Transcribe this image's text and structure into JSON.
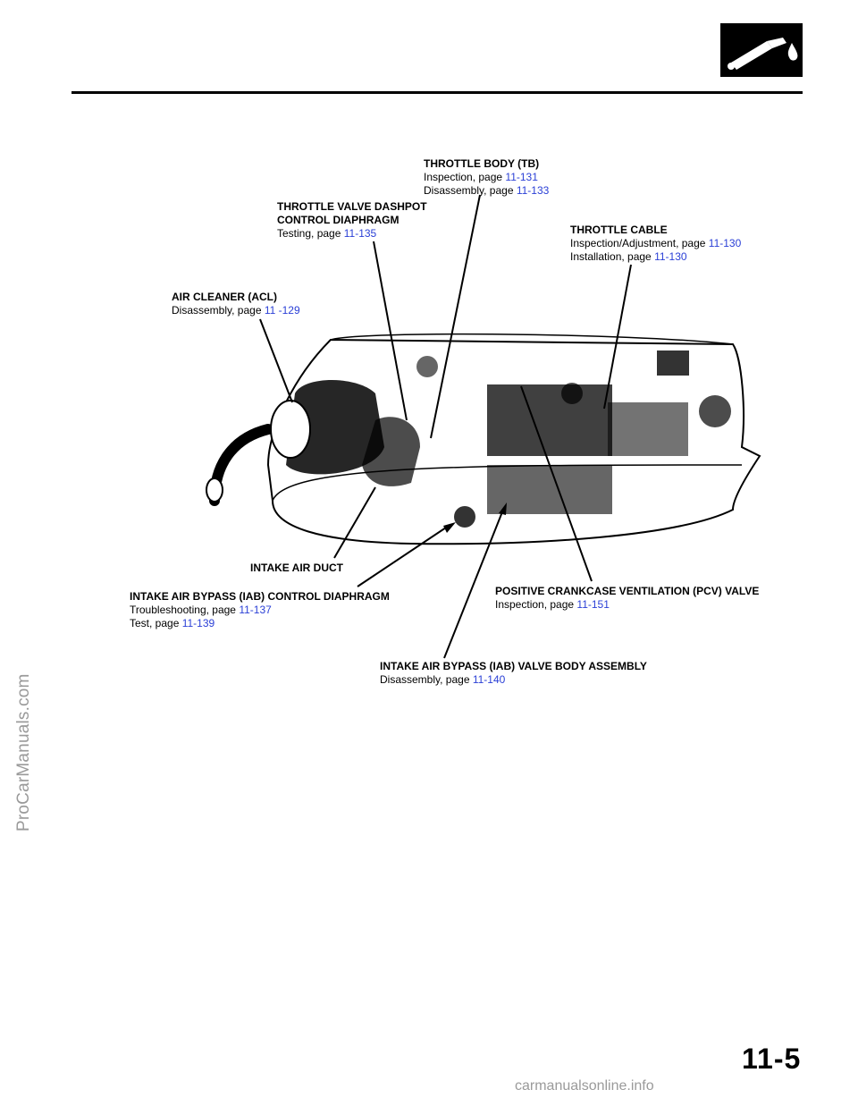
{
  "page": {
    "page_number": "11-5",
    "side_watermark": "ProCarManuals.com",
    "bottom_watermark": "carmanualsonline.info"
  },
  "corner_icon": {
    "icon": "fuel-pump-icon"
  },
  "callouts": {
    "throttle_body": {
      "title": "THROTTLE BODY (TB)",
      "lines": [
        {
          "text": "Inspection, page",
          "ref": "11-131"
        },
        {
          "text": "Disassembly, page",
          "ref": "11-133"
        }
      ]
    },
    "dashpot": {
      "title": "THROTTLE VALVE DASHPOT",
      "title2": "CONTROL DIAPHRAGM",
      "lines": [
        {
          "text": "Testing, page",
          "ref": "11-135"
        }
      ]
    },
    "throttle_cable": {
      "title": "THROTTLE CABLE",
      "lines": [
        {
          "text": "Inspection/Adjustment, page",
          "ref": "11-130"
        },
        {
          "text": "Installation, page",
          "ref": "11-130"
        }
      ]
    },
    "air_cleaner": {
      "title": "AIR CLEANER (ACL)",
      "lines": [
        {
          "text": "Disassembly, page",
          "ref": "11 -129"
        }
      ]
    },
    "intake_duct": {
      "title": "INTAKE AIR DUCT"
    },
    "iab_diaphragm": {
      "title": "INTAKE AIR BYPASS (IAB) CONTROL DIAPHRAGM",
      "lines": [
        {
          "text": "Troubleshooting, page",
          "ref": "11-137"
        },
        {
          "text": "Test, page",
          "ref": "11-139"
        }
      ]
    },
    "pcv": {
      "title": "POSITIVE CRANKCASE VENTILATION (PCV) VALVE",
      "lines": [
        {
          "text": "Inspection, page",
          "ref": "11-151"
        }
      ]
    },
    "iab_valve": {
      "title": "INTAKE AIR BYPASS (IAB) VALVE BODY ASSEMBLY",
      "lines": [
        {
          "text": "Disassembly, page",
          "ref": "11-140"
        }
      ]
    }
  }
}
